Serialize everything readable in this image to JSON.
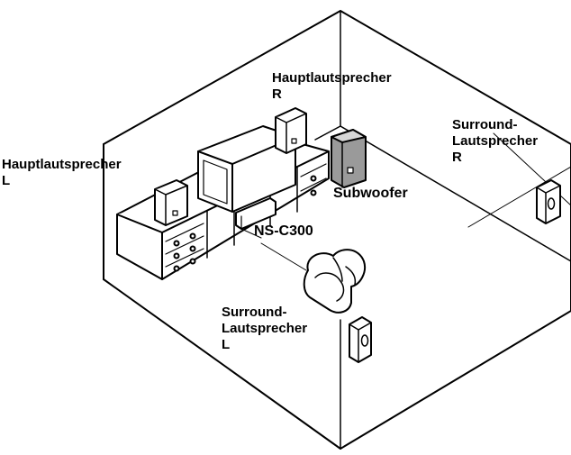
{
  "labels": {
    "main_right": {
      "line1": "Hauptlautsprecher",
      "line2": "R"
    },
    "main_left": {
      "line1": "Hauptlautsprecher",
      "line2": "L"
    },
    "surround_right": {
      "line1": "Surround-",
      "line2": "Lautsprecher",
      "line3": "R"
    },
    "surround_left": {
      "line1": "Surround-",
      "line2": "Lautsprecher",
      "line3": "L"
    },
    "subwoofer": "Subwoofer",
    "center": "NS-C300"
  },
  "colors": {
    "line": "#000000",
    "background": "#ffffff",
    "subwoofer_fill": "#9a9a9a"
  }
}
